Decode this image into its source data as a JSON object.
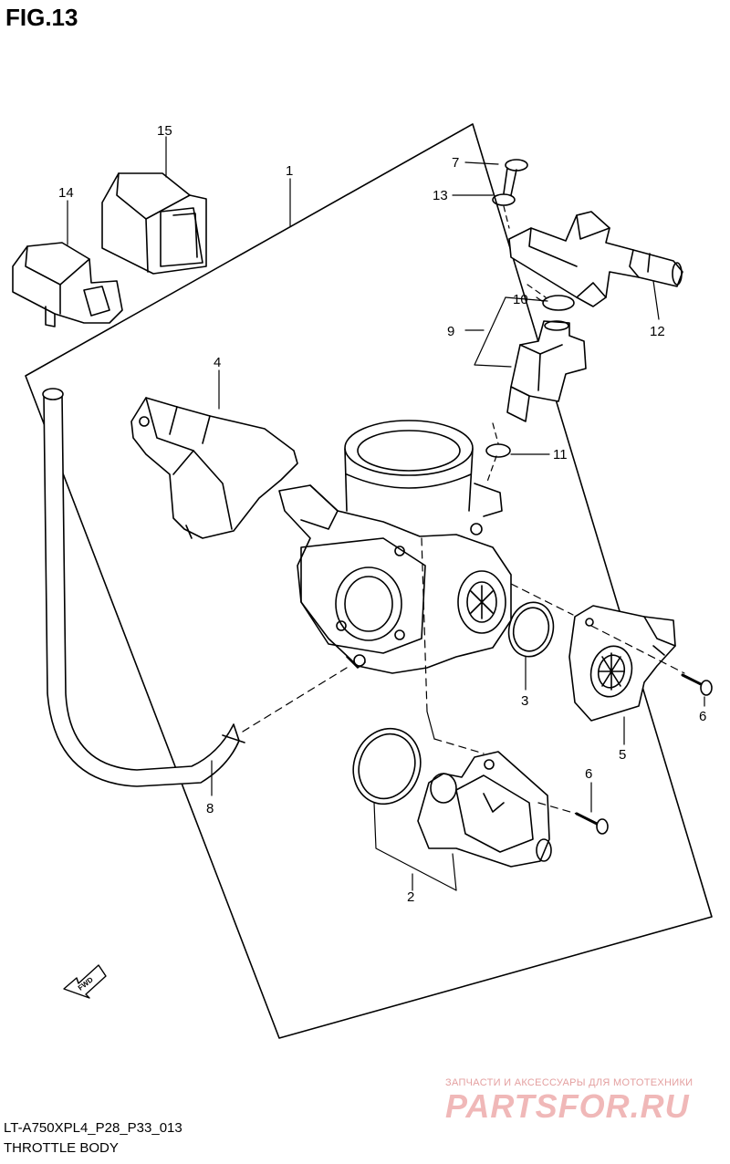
{
  "header": {
    "figure_title": "FIG.13"
  },
  "callouts": {
    "c1": "1",
    "c2": "2",
    "c3": "3",
    "c4": "4",
    "c5": "5",
    "c6a": "6",
    "c6b": "6",
    "c7": "7",
    "c8": "8",
    "c9": "9",
    "c10": "10",
    "c11": "11",
    "c12": "12",
    "c13": "13",
    "c14": "14",
    "c15": "15"
  },
  "direction_badge": {
    "label": "FWD",
    "icon": "forward-arrow-icon"
  },
  "footer": {
    "diagram_code": "LT-A750XPL4_P28_P33_013",
    "caption": "THROTTLE BODY"
  },
  "watermark": {
    "tagline": "ЗАПЧАСТИ И АКСЕССУАРЫ ДЛЯ МОТОТЕХНИКИ",
    "logo_text": "PARTSFOR.RU"
  },
  "colors": {
    "line": "#000000",
    "background": "#ffffff",
    "watermark": "#f0b8b8"
  }
}
